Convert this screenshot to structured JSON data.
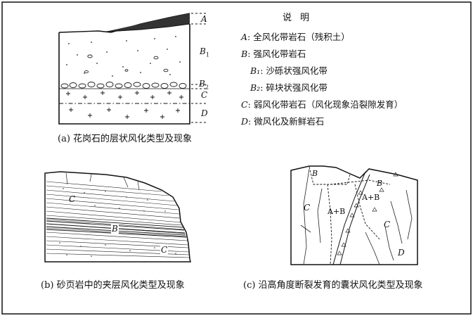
{
  "legend": {
    "title": "说 明",
    "items": [
      {
        "code": "A",
        "text": "全风化带岩石（残积土）"
      },
      {
        "code": "B",
        "text": "强风化带岩石"
      },
      {
        "code": "B₁",
        "text": "沙砾状强风化带"
      },
      {
        "code": "B₂",
        "text": "碎块状强风化带"
      },
      {
        "code": "C",
        "text": "弱风化带岩石（风化现象沿裂隙发育）"
      },
      {
        "code": "D",
        "text": "微风化及新鲜岩石"
      }
    ]
  },
  "captions": {
    "a": "(a) 花岗石的层状风化类型及现象",
    "b": "(b) 砂页岩中的夹层风化类型及现象",
    "c": "(c) 沿高角度断裂发育的囊状风化类型及现象"
  },
  "labels": {
    "a_A": "A",
    "a_B1": "B",
    "a_B1_sub": "1",
    "a_B2": "B",
    "a_B2_sub": "2",
    "a_C": "C",
    "a_D": "D",
    "b_C1": "C",
    "b_B": "B",
    "b_C2": "C",
    "c_B1": "B",
    "c_B2": "B",
    "c_C1": "C",
    "c_AB1": "A+B",
    "c_AB2": "A+B",
    "c_C2": "C",
    "c_D": "D"
  }
}
